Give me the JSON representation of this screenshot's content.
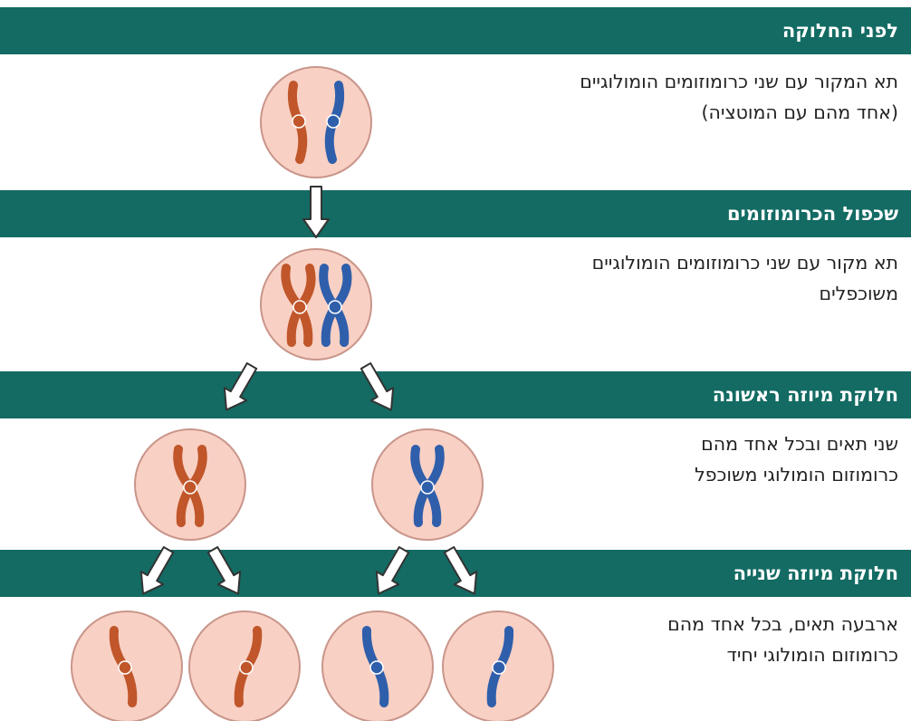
{
  "colors": {
    "band": "#136b63",
    "cell_fill": "#f9d0c4",
    "cell_stroke": "#c9958a",
    "maternal": "#c0562a",
    "paternal": "#2f5fab",
    "text": "#222222"
  },
  "stages": [
    {
      "title": "לפני החלוקה",
      "lines": [
        "תא המקור עם שני כרומוזומים הומולוגיים",
        "(אחד מהם עם המוטציה)"
      ]
    },
    {
      "title": "שכפול הכרומוזומים",
      "lines": [
        "תא מקור עם שני כרומוזומים הומולוגיים",
        "משוכפלים"
      ]
    },
    {
      "title": "חלוקת מיוזה ראשונה",
      "lines": [
        "שני תאים ובכל אחד מהם",
        "כרומוזום הומולוגי משוכפל"
      ]
    },
    {
      "title": "חלוקת מיוזה שנייה",
      "lines": [
        "ארבעה תאים, בכל אחד מהם",
        "כרומוזום הומולוגי יחיד"
      ]
    }
  ]
}
